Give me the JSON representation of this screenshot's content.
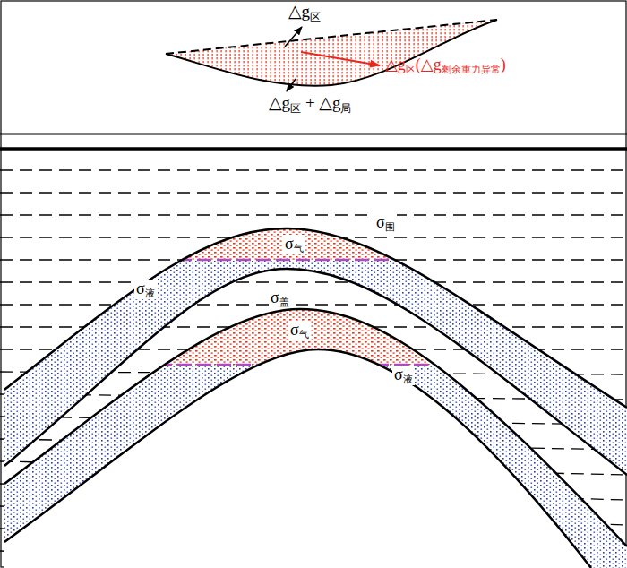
{
  "diagram": {
    "labels": [
      "△g区",
      "△g区(△g剩余重力异常)",
      "△g区 + △g局",
      "σ围",
      "σ气",
      "σ液",
      "σ盖",
      "σ气",
      "σ液"
    ]
  }
}
